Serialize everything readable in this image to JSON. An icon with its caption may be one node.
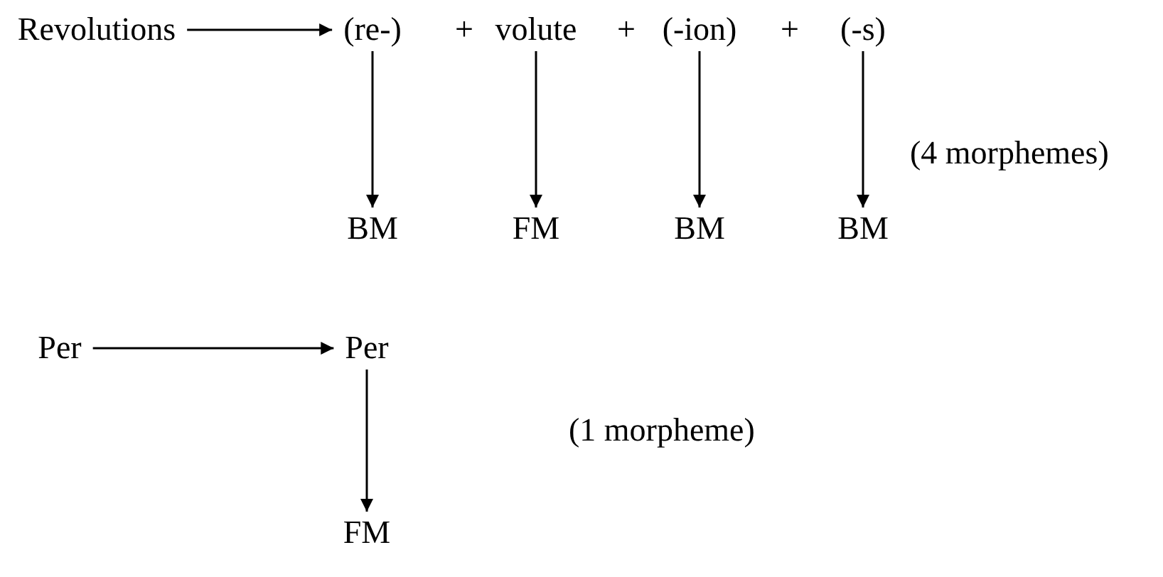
{
  "diagram": {
    "nodes": [
      {
        "text": [
          "Revolutions"
        ]
      },
      {
        "text": [
          "(re-)"
        ]
      },
      {
        "text": [
          "volute"
        ]
      },
      {
        "text": [
          "(-ion)"
        ]
      },
      {
        "text": [
          "(-s)"
        ]
      },
      {
        "text": [
          "BM"
        ]
      },
      {
        "text": [
          "FM"
        ]
      },
      {
        "text": [
          "BM"
        ]
      },
      {
        "text": [
          "BM"
        ]
      },
      {
        "text": [
          "Per"
        ]
      },
      {
        "text": [
          "Per"
        ]
      },
      {
        "text": [
          "FM"
        ]
      }
    ],
    "edges": [
      {
        "from": 0,
        "to": 1,
        "arrow": "to"
      },
      {
        "from": 1,
        "to": 5,
        "arrow": "to"
      },
      {
        "from": 2,
        "to": 6,
        "arrow": "to"
      },
      {
        "from": 3,
        "to": 7,
        "arrow": "to"
      },
      {
        "from": 4,
        "to": 8,
        "arrow": "to"
      },
      {
        "from": 9,
        "to": 10,
        "arrow": "to"
      },
      {
        "from": 10,
        "to": 11,
        "arrow": "to"
      }
    ],
    "labels": [
      "+",
      "+",
      "+",
      "(4 morphemes)",
      "(1 morpheme)"
    ]
  }
}
